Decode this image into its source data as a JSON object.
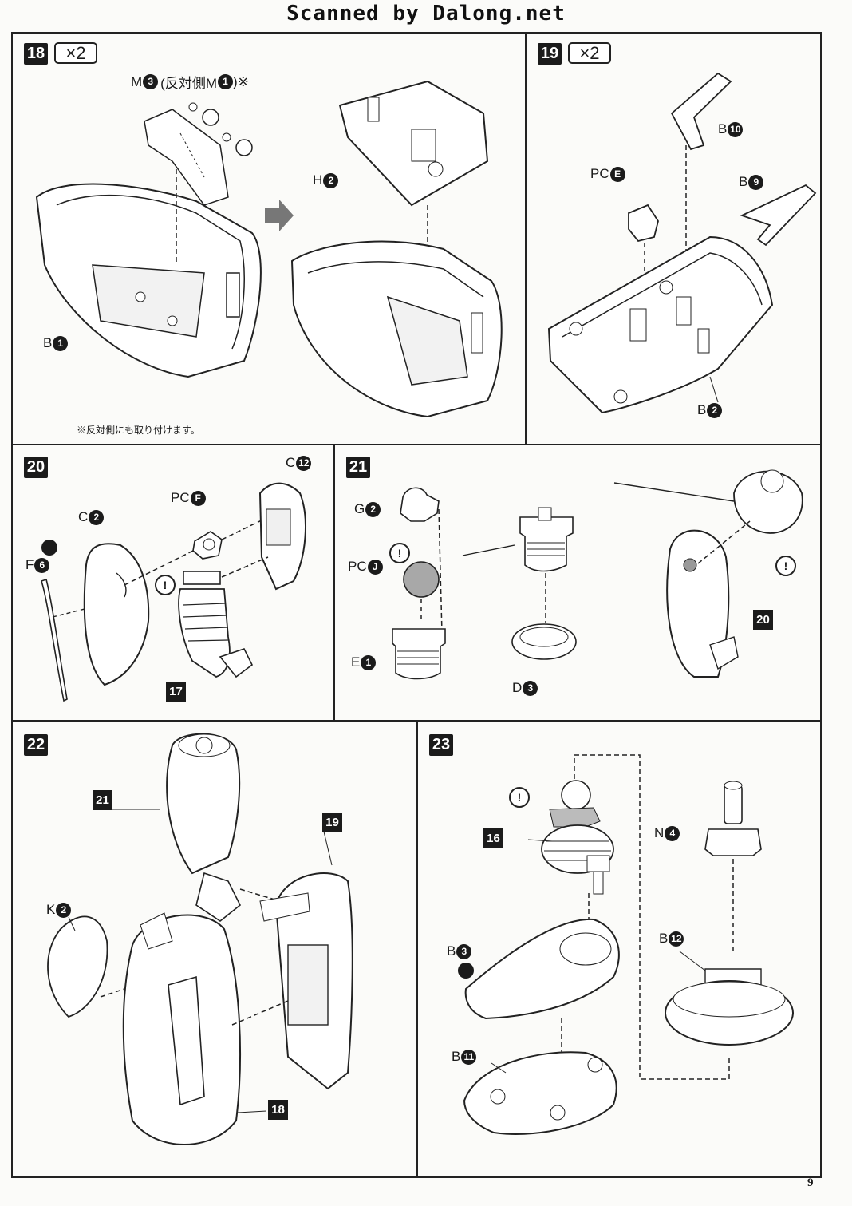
{
  "watermark": "Scanned by Dalong.net",
  "page_number": "9",
  "steps": {
    "s18": {
      "num": "18",
      "qty": "×2",
      "m_label": "M",
      "m_num": "3",
      "m_note_open": "(反対側M",
      "m_note_num": "1",
      "m_note_close": ")※",
      "h_label": "H",
      "h_num": "2",
      "b_label": "B",
      "b_num": "1",
      "footnote": "※反対側にも取り付けます。"
    },
    "s19": {
      "num": "19",
      "qty": "×2",
      "b10_label": "B",
      "b10_num": "10",
      "pce_label": "PC",
      "pce_num": "E",
      "b9_label": "B",
      "b9_num": "9",
      "b2_label": "B",
      "b2_num": "2"
    },
    "s20": {
      "num": "20",
      "c12_label": "C",
      "c12_num": "12",
      "pcf_label": "PC",
      "pcf_num": "F",
      "c2_label": "C",
      "c2_num": "2",
      "f6_label": "F",
      "f6_num": "6",
      "ref17": "17",
      "warn": "!"
    },
    "s21": {
      "num": "21",
      "g2_label": "G",
      "g2_num": "2",
      "pcj_label": "PC",
      "pcj_num": "J",
      "e1_label": "E",
      "e1_num": "1",
      "d3_label": "D",
      "d3_num": "3",
      "ref20": "20",
      "warn": "!"
    },
    "s22": {
      "num": "22",
      "ref21": "21",
      "ref19": "19",
      "ref18": "18",
      "k2_label": "K",
      "k2_num": "2"
    },
    "s23": {
      "num": "23",
      "ref16": "16",
      "n4_label": "N",
      "n4_num": "4",
      "b3_label": "B",
      "b3_num": "3",
      "b12_label": "B",
      "b12_num": "12",
      "b11_label": "B",
      "b11_num": "11",
      "warn": "!"
    }
  }
}
